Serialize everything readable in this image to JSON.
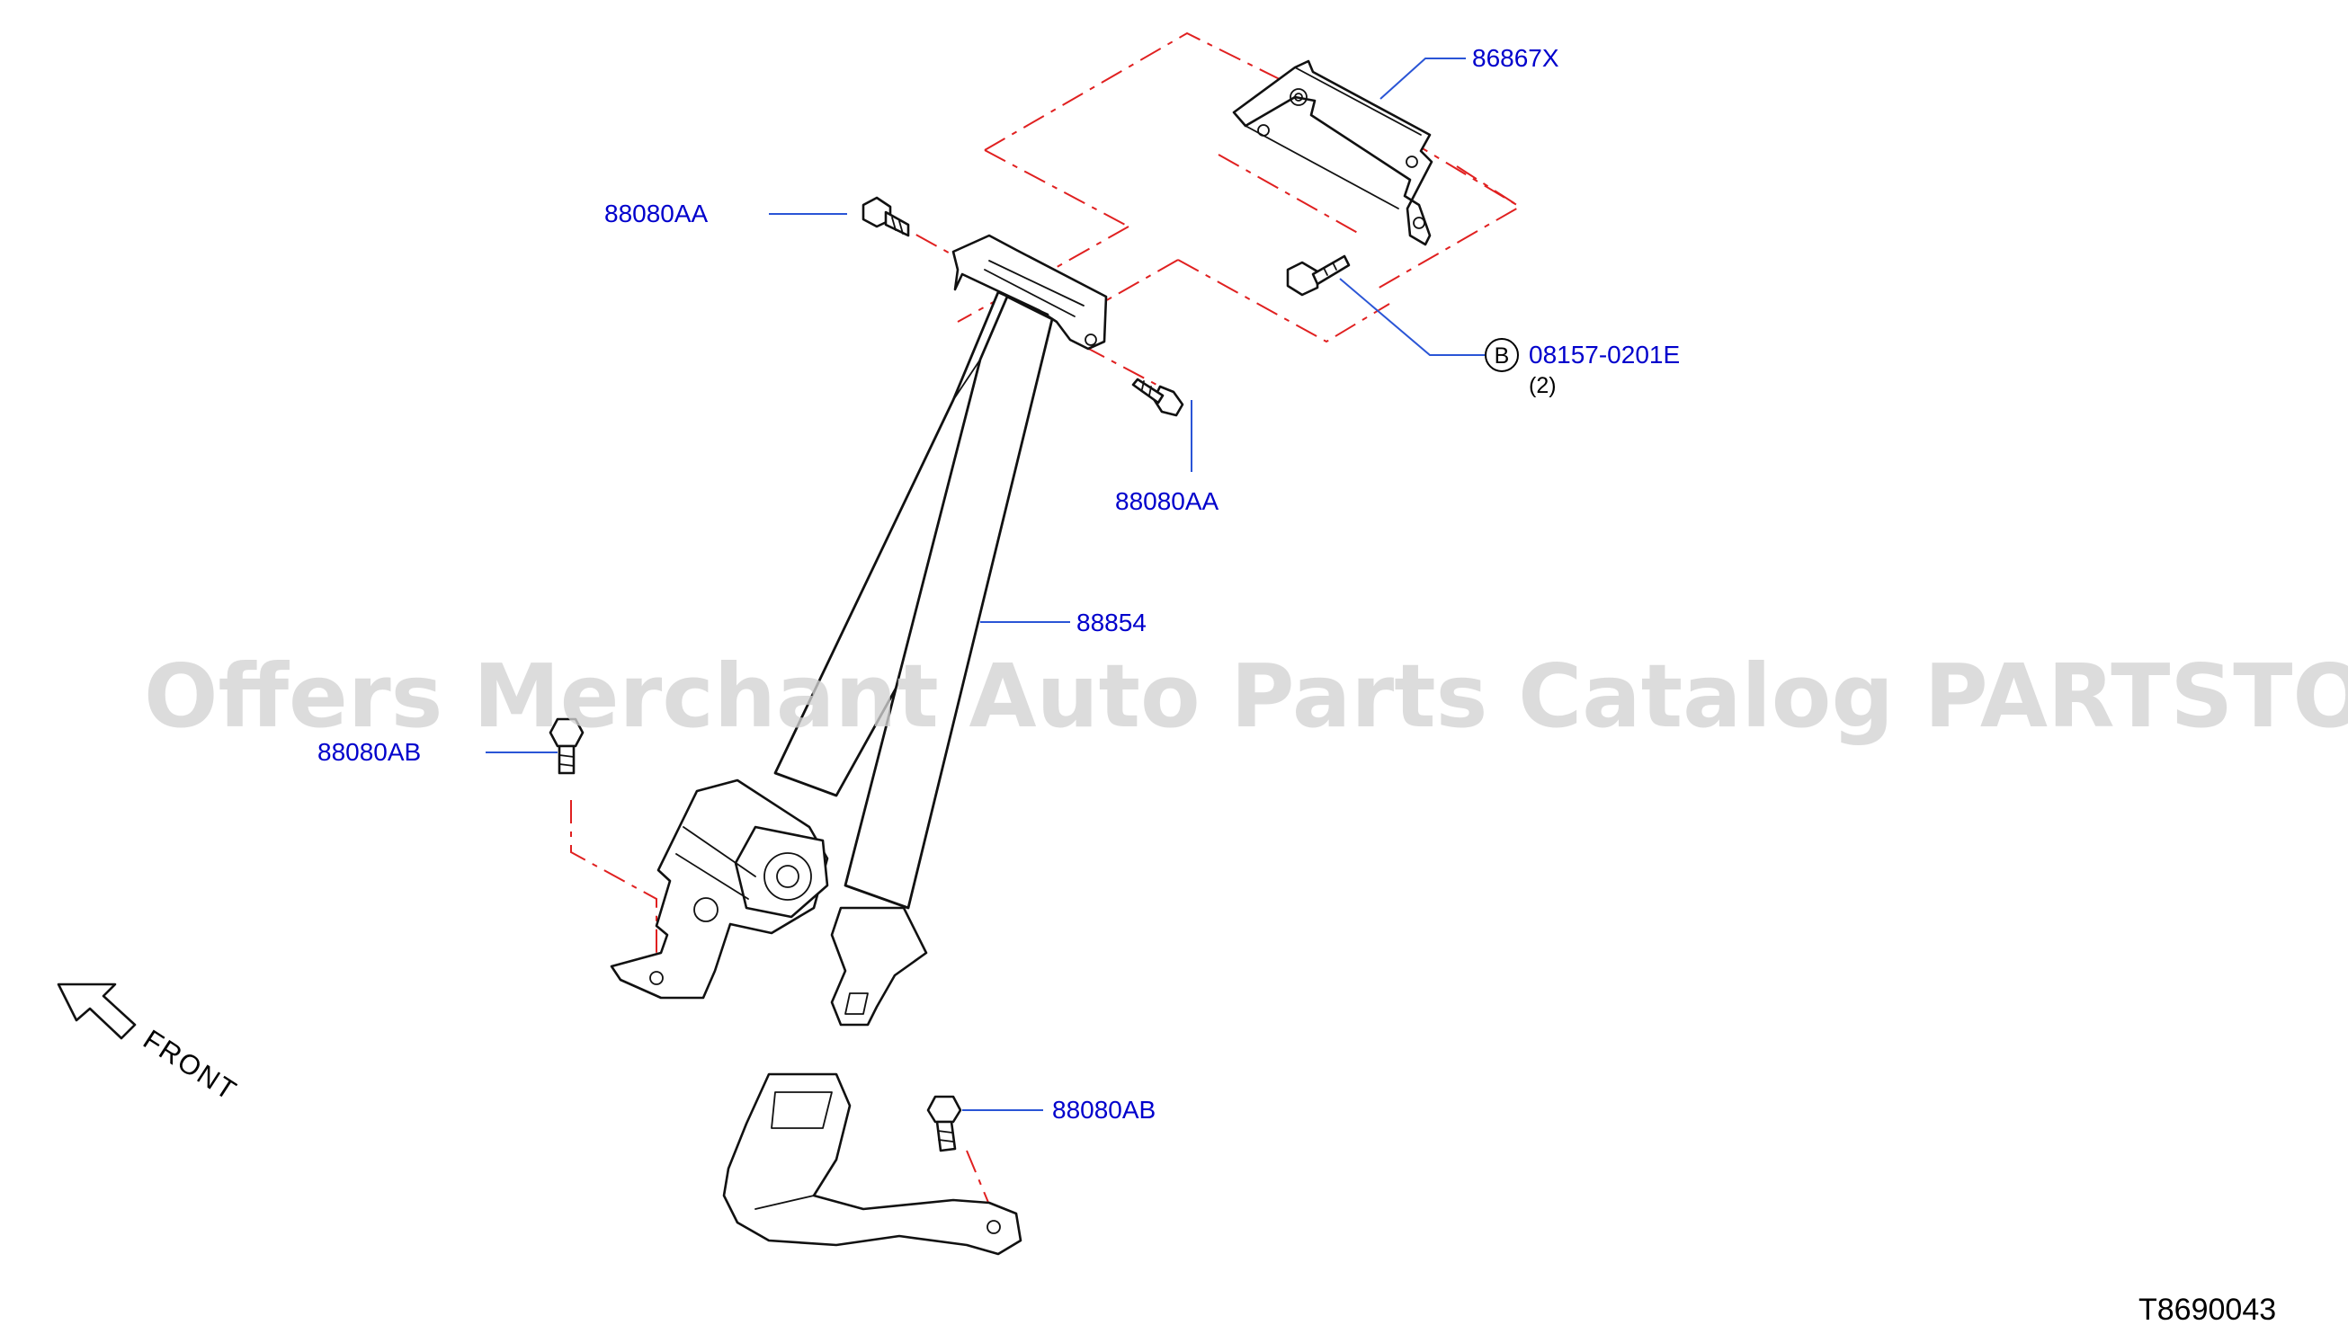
{
  "watermark": "Offers Merchant Auto Parts Catalog PARTSTORE.SA",
  "drawing_number": "T8690043",
  "front_label": "FRONT",
  "callouts": {
    "bracket": "86867X",
    "bolt_upper_left": "88080AA",
    "bolt_upper_right": "88080AA",
    "bolt_b_part": "08157-0201E",
    "bolt_b_letter": "B",
    "bolt_b_qty": "(2)",
    "belt_assembly": "88854",
    "bolt_lower_left": "88080AB",
    "bolt_buckle": "88080AB"
  },
  "colors": {
    "callout_text": "#0000cc",
    "leader_line": "#2a55d6",
    "dashed_line": "#e02020",
    "watermark": "#d2d2d2"
  }
}
